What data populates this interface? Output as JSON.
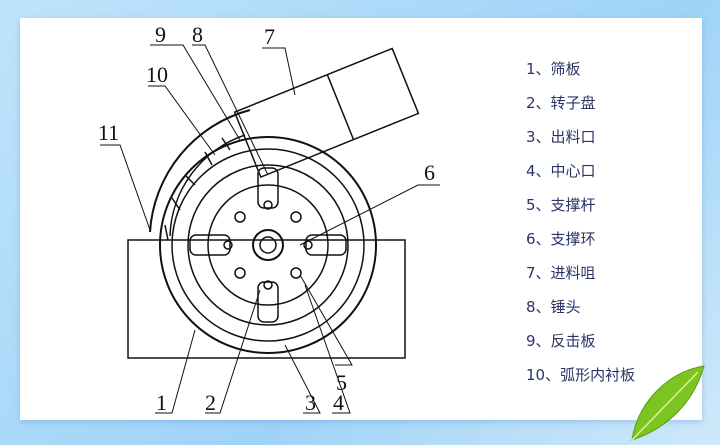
{
  "diagram": {
    "callouts": [
      "1",
      "2",
      "3",
      "4",
      "5",
      "6",
      "7",
      "8",
      "9",
      "10",
      "11"
    ]
  },
  "legend": {
    "items": [
      "1、筛板",
      "2、转子盘",
      "3、出料口",
      "4、中心口",
      "5、支撑杆",
      "6、支撑环",
      "7、进料咀",
      "8、锤头",
      "9、反击板",
      "10、弧形内衬板"
    ]
  },
  "colors": {
    "background": "#a9d8f8",
    "panel": "#ffffff",
    "legend_text": "#2b3466",
    "leaf": "#7cc520"
  }
}
